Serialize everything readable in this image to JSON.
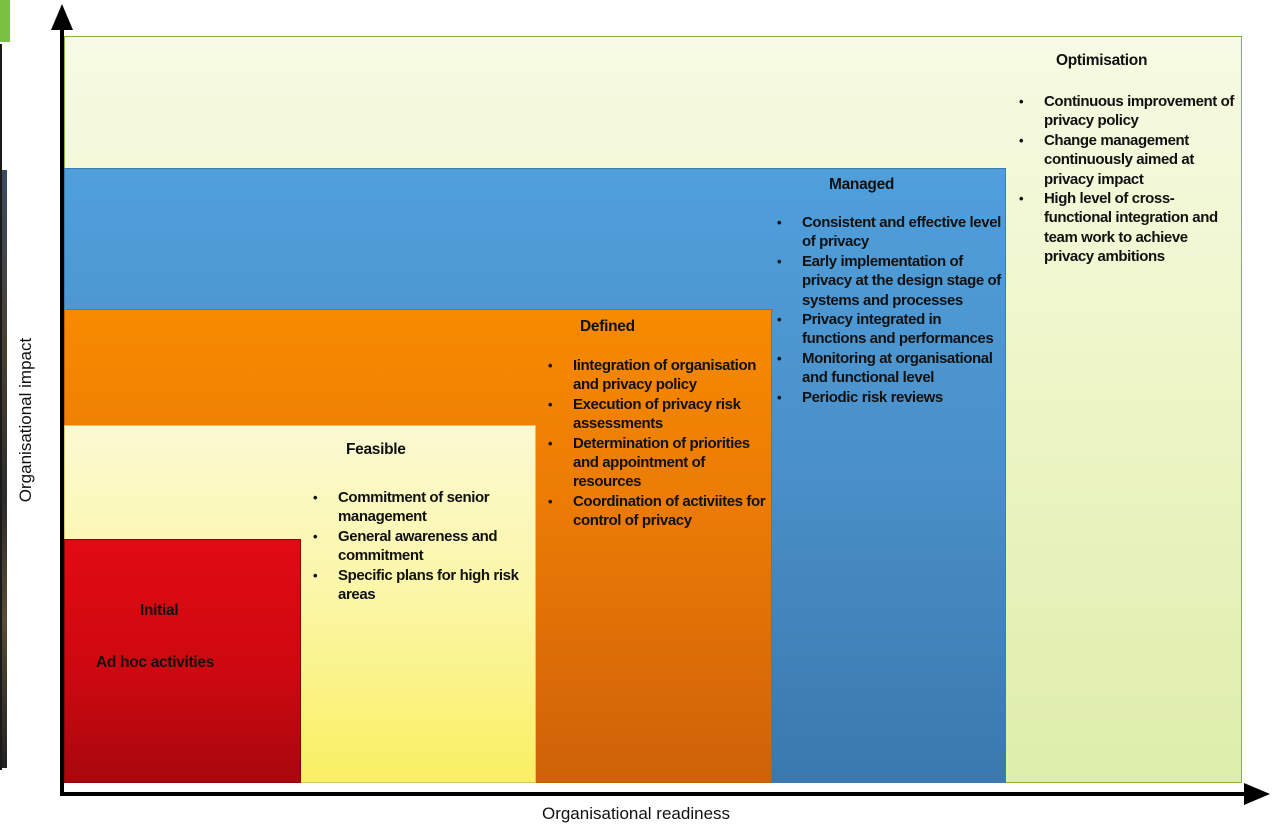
{
  "stages": {
    "optimisation": {
      "title": "Optimisation",
      "items": [
        "Continuous improvement of privacy policy",
        "Change management continuously aimed at privacy impact",
        "High level of cross-functional integration and team work to achieve privacy ambitions"
      ]
    },
    "managed": {
      "title": "Managed",
      "items": [
        "Consistent and effective level of privacy",
        "Early implementation of privacy at the design stage of systems and processes",
        "Privacy integrated in functions and performances",
        "Monitoring at organisational and functional level",
        "Periodic risk reviews"
      ]
    },
    "defined": {
      "title": "Defined",
      "items": [
        "Iintegration of organisation and privacy policy",
        "Execution of privacy risk assessments",
        "Determination of priorities and appointment of resources",
        "Coordination of activiites for control of privacy"
      ]
    },
    "feasible": {
      "title": "Feasible",
      "items": [
        "Commitment of senior management",
        "General awareness and commitment",
        "Specific plans for high risk areas"
      ]
    },
    "initial": {
      "title": "Initial",
      "description": "Ad hoc activities"
    }
  },
  "axes": {
    "x_label": "Organisational readiness",
    "y_label": "Organisational impact"
  },
  "colors": {
    "optimisation": "#eef5c8",
    "managed": "#4a8fc8",
    "defined": "#ea7a05",
    "feasible": "#fbf6a4",
    "initial": "#cd0810",
    "axis": "#000000"
  }
}
